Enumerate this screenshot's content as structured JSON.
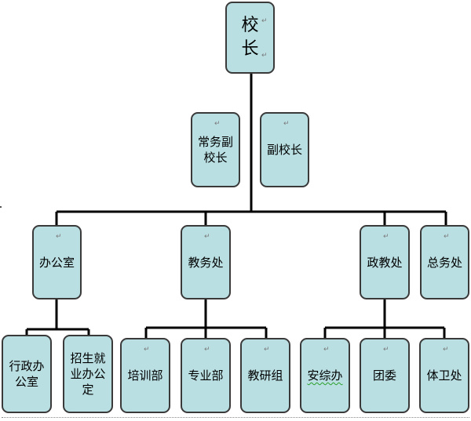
{
  "diagram": {
    "principal": {
      "line1": "校",
      "line2": "长"
    },
    "vice_principals": [
      {
        "line1": "常务副",
        "line2": "校长"
      },
      {
        "line1": "副校长"
      }
    ],
    "departments": [
      {
        "label": "办公室",
        "children": [
          {
            "line1": "行政办",
            "line2": "公室"
          },
          {
            "line1": "招生就",
            "line2": "业办公",
            "line3": "定"
          }
        ]
      },
      {
        "label": "教务处",
        "children": [
          {
            "line1": "培训部"
          },
          {
            "line1": "专业部"
          },
          {
            "line1": "教研组"
          }
        ]
      },
      {
        "label": "政教处",
        "children": [
          {
            "line1": "安综办"
          },
          {
            "line1": "团委"
          },
          {
            "line1": "体卫处"
          }
        ]
      },
      {
        "label": "总务处",
        "children": []
      }
    ],
    "paragraph_mark": "↵"
  },
  "colors": {
    "box_fill": "#b9dfe2",
    "box_border": "#3a3a3a",
    "connector": "#000000"
  }
}
